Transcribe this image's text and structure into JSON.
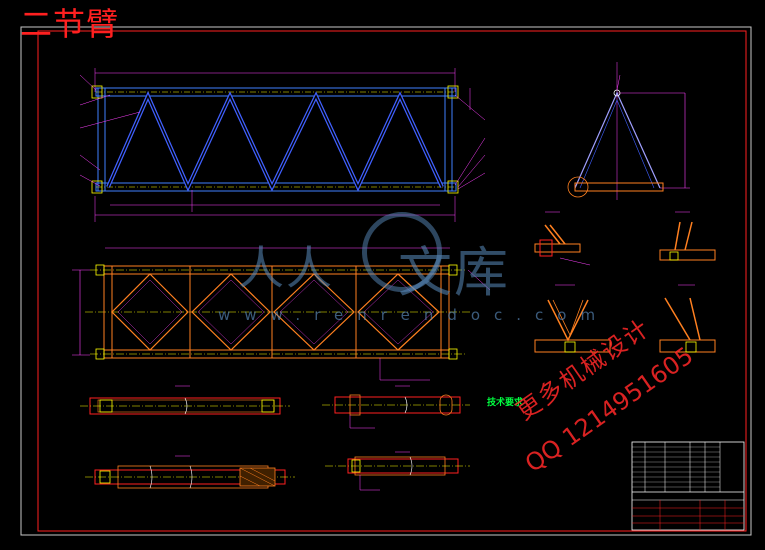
{
  "drawing": {
    "title": "二节臂",
    "tech_requirements": {
      "heading": "技术要求"
    }
  },
  "watermarks": {
    "site_cn_a": "人人",
    "site_cn_b": "文库",
    "site_url": "www.renrendoc.com",
    "promo_text": "更多机械设计",
    "qq": "QQ 1214951605"
  }
}
